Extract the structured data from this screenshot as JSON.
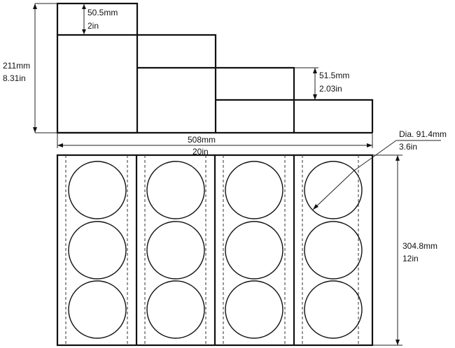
{
  "dimensions": {
    "overall_height": {
      "metric": "211mm",
      "imperial": "8.31in"
    },
    "top_tier_height": {
      "metric": "50.5mm",
      "imperial": "2in"
    },
    "step_height": {
      "metric": "51.5mm",
      "imperial": "2.03in"
    },
    "overall_width": {
      "metric": "508mm",
      "imperial": "20in"
    },
    "overall_depth": {
      "metric": "304.8mm",
      "imperial": "12in"
    },
    "hole_diameter": {
      "metric": "Dia. 91.4mm",
      "imperial": "3.6in"
    }
  },
  "views": {
    "side_view": {
      "tiers": 4
    },
    "top_view": {
      "columns": 4,
      "rows": 3
    }
  }
}
